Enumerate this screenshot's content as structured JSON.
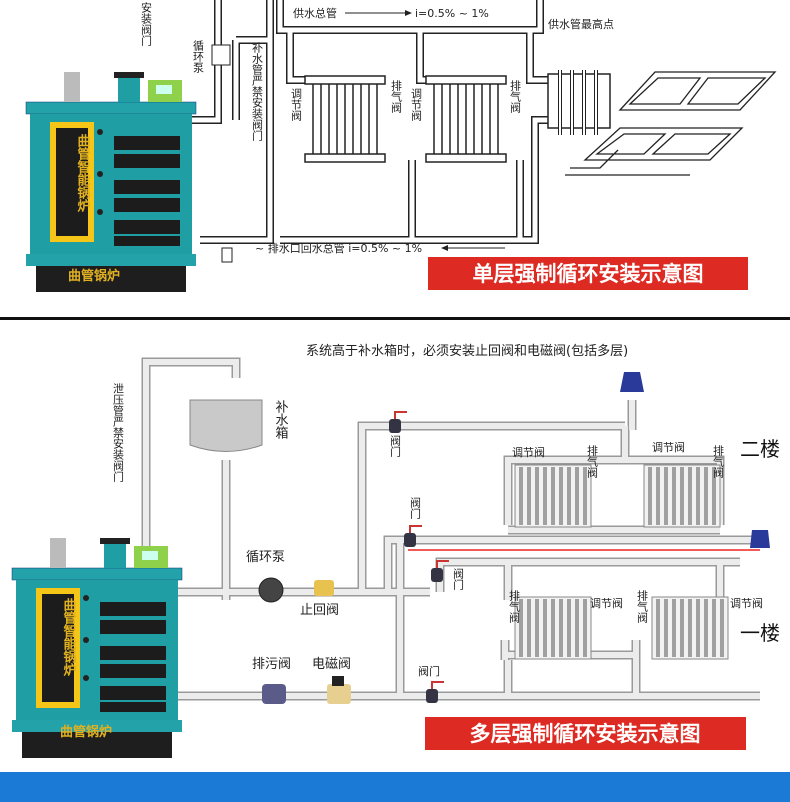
{
  "colors": {
    "title_bg": "#dd2a22",
    "boiler": "#1f9ea4",
    "boiler_frame": "#f5c518",
    "divider": "#111111",
    "footer_bar": "#1a7ad6"
  },
  "boiler": {
    "door_text": "曲管智能锅炉",
    "base_text": "曲管锅炉"
  },
  "single": {
    "title": "单层强制循环安装示意图",
    "valve_note": "安装阀门",
    "pump": "循环泵",
    "makeup_pipe_note": "补水管严禁安装阀门",
    "supply_main": "供水总管",
    "supply_slope": "i=0.5% ~ 1%",
    "highest_point": "供水管最高点",
    "reg_valve_1": "调节阀",
    "air_valve_1": "排气阀",
    "reg_valve_2": "调节阀",
    "air_valve_2": "排气阀",
    "return_main": "~ 排水口回水总管 i=0.5% ~ 1%"
  },
  "multi": {
    "title": "多层强制循环安装示意图",
    "note": "系统高于补水箱时，必须安装止回阀和电磁阀(包括多层)",
    "relief_pipe_note": "泄压管严禁安装阀门",
    "tank": "补水箱",
    "pump": "循环泵",
    "check_valve": "止回阀",
    "drain_valve": "排污阀",
    "solenoid_valve": "电磁阀",
    "valve_a": "阀门",
    "valve_b": "阀门",
    "valve_c": "阀门",
    "valve_d": "阀门",
    "floor2": "二楼",
    "floor1": "一楼",
    "f2_reg_1": "调节阀",
    "f2_air_1": "排气阀",
    "f2_reg_2": "调节阀",
    "f2_air_2": "排气阀",
    "f1_reg_1": "调节阀",
    "f1_air_1": "排气阀",
    "f1_reg_2": "调节阀",
    "f1_air_2": "排气阀"
  },
  "icons": [
    "boiler",
    "radiator",
    "pump",
    "valve",
    "check-valve",
    "solenoid-valve",
    "manifold",
    "floor-heating-coil",
    "expansion-tank",
    "arrow-right",
    "arrow-left"
  ]
}
